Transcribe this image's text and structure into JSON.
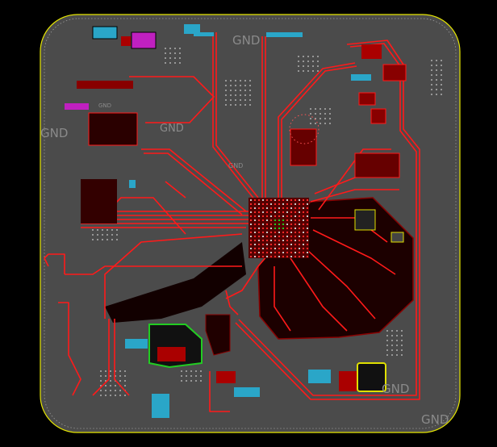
{
  "view": "pcb-layout",
  "colors": {
    "background": "#000000",
    "board_fill": "#4b4b4b",
    "board_outline": "#e6e600",
    "trace_top": "#ff0000",
    "trace_dark": "#8a0000",
    "pad_cyan": "#2aa6c8",
    "pad_magenta": "#c020c0",
    "pad_green": "#22cc22",
    "pad_yellow": "#e0e000",
    "via": "#b0b0b0"
  },
  "net_labels": [
    "GND",
    "GND",
    "GND",
    "GND",
    "GND",
    "GND",
    "GND"
  ]
}
